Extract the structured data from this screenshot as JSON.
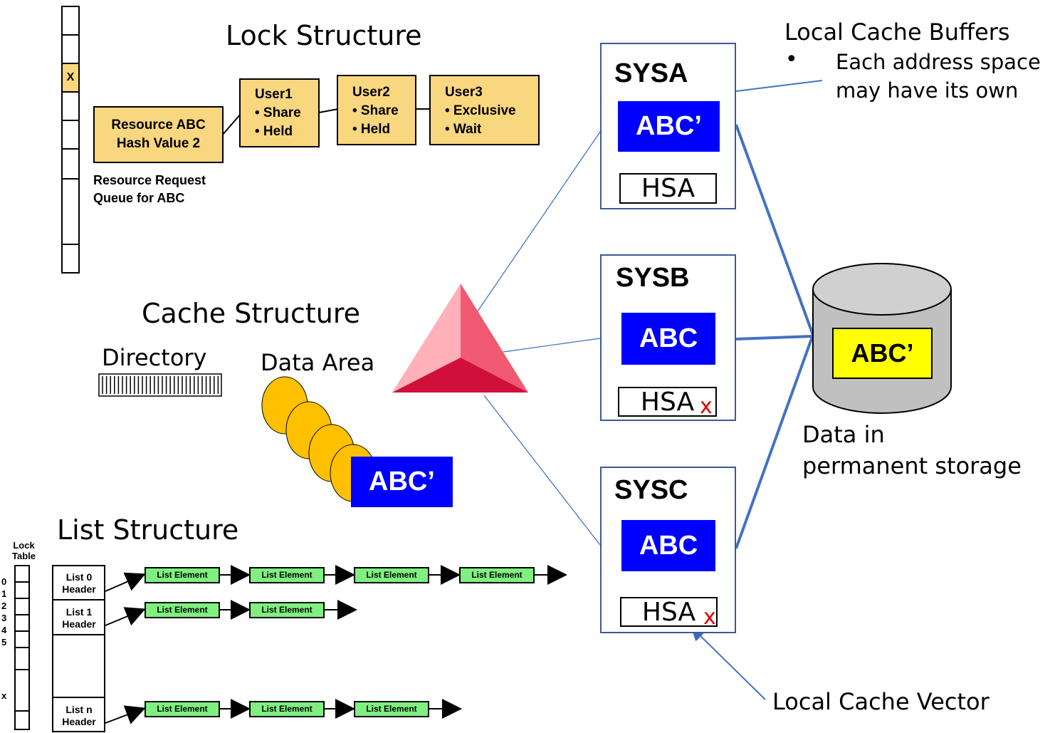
{
  "lock_structure": {
    "title": "Lock Structure",
    "table_mark": "X",
    "resource_box": [
      "Resource ABC",
      "Hash Value 2"
    ],
    "queue_label": [
      "Resource Request",
      "Queue for ABC"
    ],
    "users": [
      {
        "name": "User1",
        "lines": [
          "• Share",
          "• Held"
        ]
      },
      {
        "name": "User2",
        "lines": [
          "• Share",
          "• Held"
        ]
      },
      {
        "name": "User3",
        "lines": [
          "• Exclusive",
          "• Wait"
        ]
      }
    ]
  },
  "cache_structure": {
    "title": "Cache Structure",
    "directory_label": "Directory",
    "data_area_label": "Data Area",
    "data_block": "ABC’"
  },
  "list_structure": {
    "title": "List Structure",
    "lock_table_label": [
      "Lock",
      "Table"
    ],
    "lock_numbers": [
      "0",
      "1",
      "2",
      "3",
      "4",
      "5"
    ],
    "lock_mark": "x",
    "headers": [
      {
        "name": "List 0",
        "sub": "Header",
        "elements": [
          "List Element",
          "List Element",
          "List Element",
          "List Element"
        ]
      },
      {
        "name": "List 1",
        "sub": "Header",
        "elements": [
          "List Element",
          "List Element"
        ]
      },
      {
        "name": "List n",
        "sub": "Header",
        "elements": [
          "List Element",
          "List Element",
          "List Element"
        ]
      }
    ]
  },
  "systems": [
    {
      "name": "SYSA",
      "buffer": "ABC’",
      "hsa": "HSA",
      "invalid": ""
    },
    {
      "name": "SYSB",
      "buffer": "ABC",
      "hsa": "HSA",
      "invalid": "x"
    },
    {
      "name": "SYSC",
      "buffer": "ABC",
      "hsa": "HSA",
      "invalid": "x"
    }
  ],
  "annotations": {
    "local_cache_buffers": "Local Cache Buffers",
    "buffers_bullet": "•",
    "buffers_note": [
      "Each address space",
      "may have its own"
    ],
    "local_cache_vector": "Local Cache Vector",
    "storage_label": [
      "Data in",
      "permanent storage"
    ]
  },
  "storage": {
    "value": "ABC’"
  },
  "colors": {
    "blue_block": "#0000ff",
    "lock_yellow": "#f9d77e",
    "list_green": "#7ff07f",
    "storage_yellow": "#ffff00",
    "triangle": "#e0204a",
    "invalid_x": "#e00000"
  }
}
